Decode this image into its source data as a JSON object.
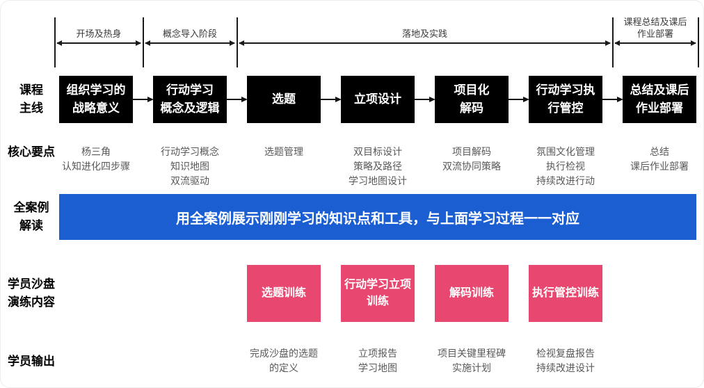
{
  "timeline": {
    "phases": [
      {
        "label": "开场及热身"
      },
      {
        "label": "概念导入阶段"
      },
      {
        "label": "落地及实践"
      },
      {
        "label": "课程总结及课后\n作业部署"
      }
    ]
  },
  "main": {
    "label": "课程\n主线",
    "boxes": [
      "组织学习的\n战略意义",
      "行动学习\n概念及逻辑",
      "选题",
      "立项设计",
      "项目化\n解码",
      "行动学习执\n行管控",
      "总结及课后\n作业部署"
    ]
  },
  "core": {
    "label": "核心要点",
    "points": [
      "杨三角\n认知进化四步骤",
      "行动学习概念\n知识地图\n双流驱动",
      "选题管理",
      "双目标设计\n策略及路径\n学习地图设计",
      "项目解码\n双流协同策略",
      "氛围文化管理\n执行检视\n持续改进行动",
      "总结\n课后作业部署"
    ]
  },
  "case_review": {
    "label": "全案例\n解读",
    "banner": "用全案例展示刚刚学习的知识点和工具，与上面学习过程一一对应"
  },
  "sandbox": {
    "label": "学员沙盘\n演练内容",
    "trainings": [
      "选题训练",
      "行动学习立项\n训练",
      "解码训练",
      "执行管控训练"
    ]
  },
  "output": {
    "label": "学员输出",
    "items": [
      "完成沙盘的选题\n的定义",
      "立项报告\n学习地图",
      "项目关键里程碑\n实施计划",
      "检视复盘报告\n持续改进设计"
    ]
  },
  "colors": {
    "box_black": "#000000",
    "banner_blue": "#1A5ED2",
    "training_pink": "#E8486F",
    "muted_text": "#595959"
  }
}
